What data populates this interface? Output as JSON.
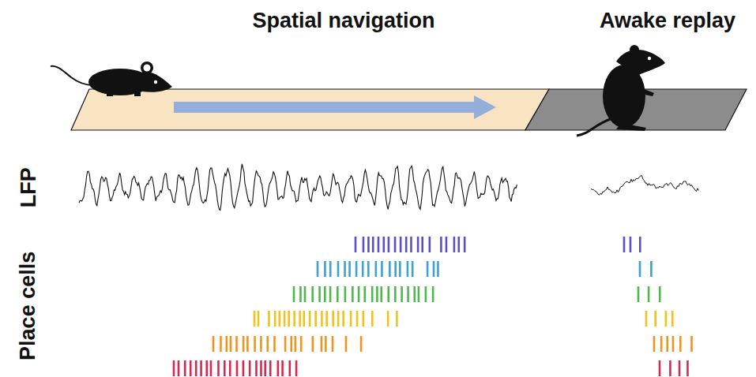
{
  "diagram": {
    "labels": [
      "Spatial navigation",
      "Awake replay",
      "LFP",
      "Place cells"
    ]
  }
}
